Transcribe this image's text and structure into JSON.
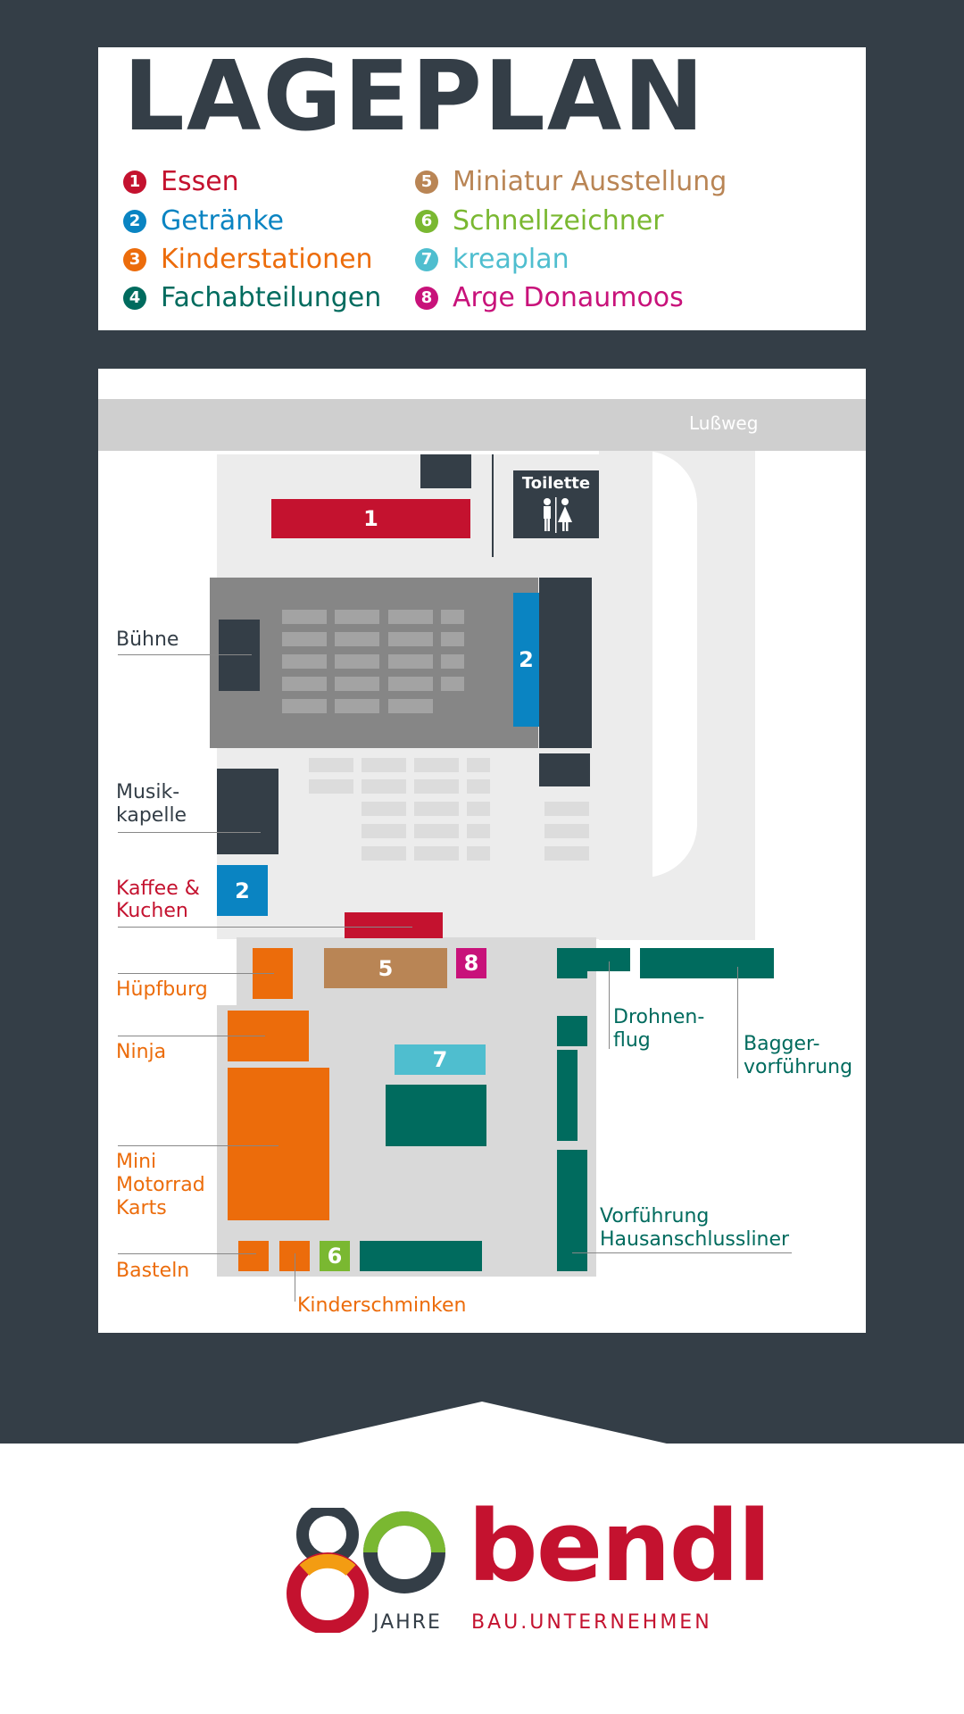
{
  "title": "LAGEPLAN",
  "colors": {
    "dark": "#343e47",
    "red": "#c4122f",
    "blue": "#0a84c2",
    "orange": "#ec6c0b",
    "teal": "#006b5e",
    "brown": "#b98555",
    "green": "#7ab831",
    "cyan": "#4fbecf",
    "magenta": "#c8127a"
  },
  "legend": [
    {
      "num": "1",
      "label": "Essen",
      "color": "#c4122f"
    },
    {
      "num": "2",
      "label": "Getränke",
      "color": "#0a84c2"
    },
    {
      "num": "3",
      "label": "Kinderstationen",
      "color": "#ec6c0b"
    },
    {
      "num": "4",
      "label": "Fachabteilungen",
      "color": "#006b5e"
    },
    {
      "num": "5",
      "label": "Miniatur Ausstellung",
      "color": "#b98555"
    },
    {
      "num": "6",
      "label": "Schnellzeichner",
      "color": "#7ab831"
    },
    {
      "num": "7",
      "label": "kreaplan",
      "color": "#4fbecf"
    },
    {
      "num": "8",
      "label": "Arge Donaumoos",
      "color": "#c8127a"
    }
  ],
  "map": {
    "road": "Lußweg",
    "toilet": "Toilette",
    "blocks": {
      "essen": "1",
      "getraenke_main": "2",
      "getraenke_kaffee": "2",
      "miniatur": "5",
      "arge": "8",
      "kreaplan": "7",
      "schnellzeichner": "6"
    },
    "labels": {
      "buehne": "Bühne",
      "musik_1": "Musik-",
      "musik_2": "kapelle",
      "kaffee_1": "Kaffee &",
      "kaffee_2": "Kuchen",
      "huepfburg": "Hüpfburg",
      "ninja": "Ninja",
      "mini_1": "Mini",
      "mini_2": "Motorrad",
      "mini_3": "Karts",
      "basteln": "Basteln",
      "kinderschminken": "Kinderschminken",
      "drohnen_1": "Drohnen-",
      "drohnen_2": "flug",
      "bagger_1": "Bagger-",
      "bagger_2": "vorführung",
      "vorf_1": "Vorführung",
      "vorf_2": "Hausanschlussliner"
    }
  },
  "logo": {
    "jahre": "JAHRE",
    "brand": "bendl",
    "tagline": "BAU.UNTERNEHMEN"
  }
}
